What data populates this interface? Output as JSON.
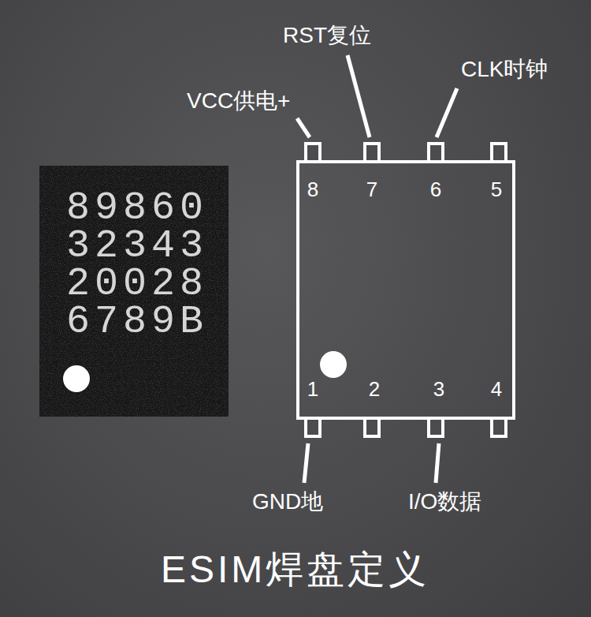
{
  "diagram": {
    "title": "ESIM焊盘定义",
    "nodes": [
      {
        "text": [
          "89860 32343 20028 6789B"
        ]
      },
      {
        "text": [
          "8",
          "7",
          "6",
          "5",
          "1",
          "2",
          "3",
          "4"
        ]
      }
    ],
    "labels": [
      "VCC供电+",
      "RST复位",
      "CLK时钟",
      "GND地",
      "I/O数据"
    ]
  }
}
